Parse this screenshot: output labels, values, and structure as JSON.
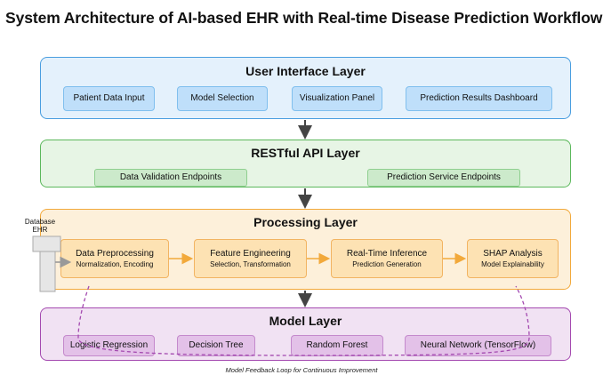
{
  "title": "System Architecture of AI-based EHR with Real-time Disease Prediction Workflow",
  "layers": {
    "ui": {
      "title": "User Interface Layer",
      "boxes": [
        "Patient Data Input",
        "Model Selection",
        "Visualization Panel",
        "Prediction Results Dashboard"
      ]
    },
    "api": {
      "title": "RESTful API Layer",
      "boxes": [
        "Data Validation Endpoints",
        "Prediction Service Endpoints"
      ]
    },
    "processing": {
      "title": "Processing Layer",
      "boxes": [
        {
          "label": "Data Preprocessing",
          "sub": "Normalization, Encoding"
        },
        {
          "label": "Feature Engineering",
          "sub": "Selection, Transformation"
        },
        {
          "label": "Real-Time Inference",
          "sub": "Prediction Generation"
        },
        {
          "label": "SHAP Analysis",
          "sub": "Model Explainability"
        }
      ]
    },
    "model": {
      "title": "Model Layer",
      "boxes": [
        "Logistic Regression",
        "Decision Tree",
        "Random Forest",
        "Neural Network (TensorFlow)"
      ]
    }
  },
  "database": {
    "line1": "Database",
    "line2": "EHR"
  },
  "footer": "Model Feedback Loop for Continuous Improvement",
  "colors": {
    "ui": "#4a9ee0",
    "api": "#5cb85c",
    "processing": "#f2a93b",
    "model": "#a44ab0",
    "arrow": "#444444"
  }
}
